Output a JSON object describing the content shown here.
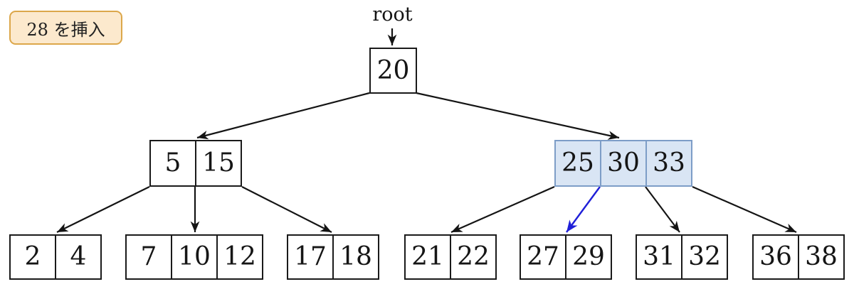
{
  "annotation": {
    "text": "28 を挿入"
  },
  "root_pointer_label": "root",
  "tree": {
    "root": {
      "keys": [
        "20"
      ]
    },
    "internal": [
      {
        "keys": [
          "5",
          "15"
        ],
        "highlighted": false
      },
      {
        "keys": [
          "25",
          "30",
          "33"
        ],
        "highlighted": true
      }
    ],
    "leaves": [
      [
        "2",
        "4"
      ],
      [
        "7",
        "10",
        "12"
      ],
      [
        "17",
        "18"
      ],
      [
        "21",
        "22"
      ],
      [
        "27",
        "29"
      ],
      [
        "31",
        "32"
      ],
      [
        "36",
        "38"
      ]
    ]
  },
  "colors": {
    "edge_black": "#141414",
    "edge_blue": "#1f1fd8",
    "highlight_fill": "#d9e5f4",
    "highlight_border": "#7d9dc7",
    "annotation_fill": "#fce9cd",
    "annotation_border": "#dca74a"
  }
}
